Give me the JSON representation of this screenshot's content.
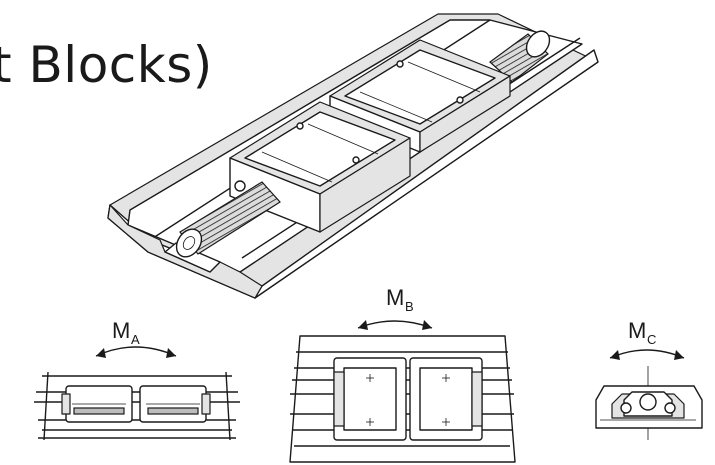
{
  "title_fragment": "t Blocks)",
  "moments": [
    {
      "main": "M",
      "sub": "A"
    },
    {
      "main": "M",
      "sub": "B"
    },
    {
      "main": "M",
      "sub": "C"
    }
  ]
}
